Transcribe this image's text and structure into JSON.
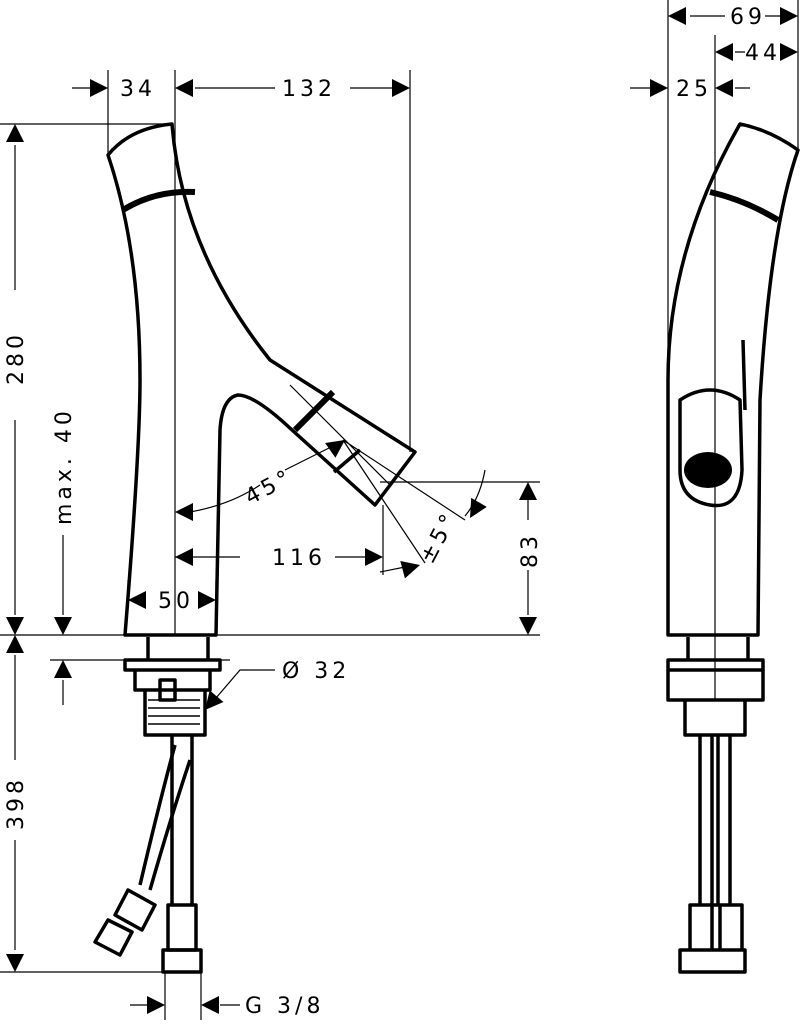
{
  "title": "Faucet technical dimension drawing",
  "front_view": {
    "dim_34": "34",
    "dim_132": "132",
    "dim_280": "280",
    "dim_max40": "max. 40",
    "angle_45": "45°",
    "angle_pm5": "±5°",
    "dim_116": "116",
    "dim_50": "50",
    "dim_83": "83",
    "dim_diameter": "Ø 32",
    "dim_398": "398",
    "thread": "G 3/8"
  },
  "side_view": {
    "dim_69": "69",
    "dim_44": "44",
    "dim_25": "25"
  }
}
